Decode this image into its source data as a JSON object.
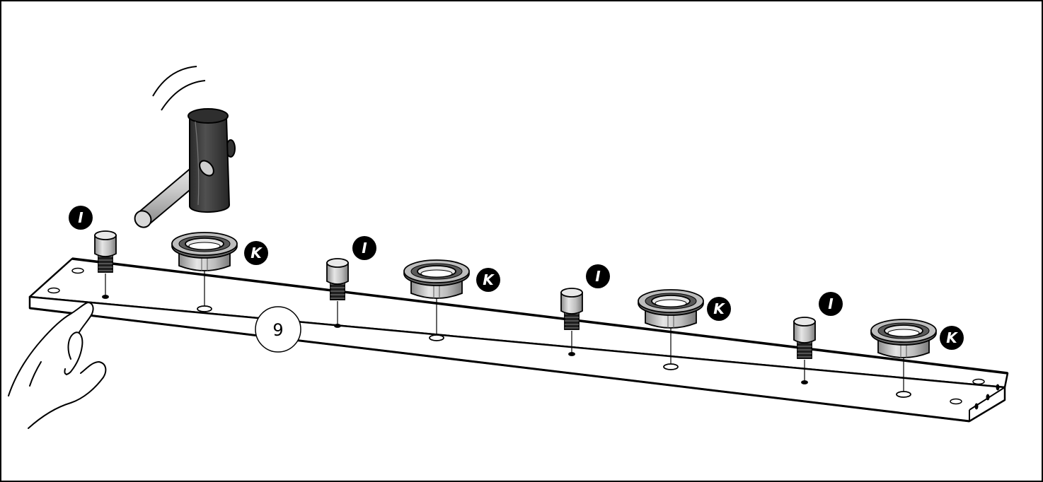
{
  "step_number": "9",
  "part_labels": {
    "dowel": "I",
    "bushing": "K"
  },
  "colors": {
    "line": "#000000",
    "background": "#ffffff",
    "mallet_head": "#3a3a3a",
    "metal_light": "#d9d9d9",
    "metal_mid": "#a8a8a8",
    "ring_dark": "#6a6a6a"
  },
  "icons": {
    "mallet": "rubber-mallet-icon",
    "hand": "hand-icon",
    "dowel": "wooden-dowel-icon",
    "bushing": "flanged-bushing-icon"
  }
}
